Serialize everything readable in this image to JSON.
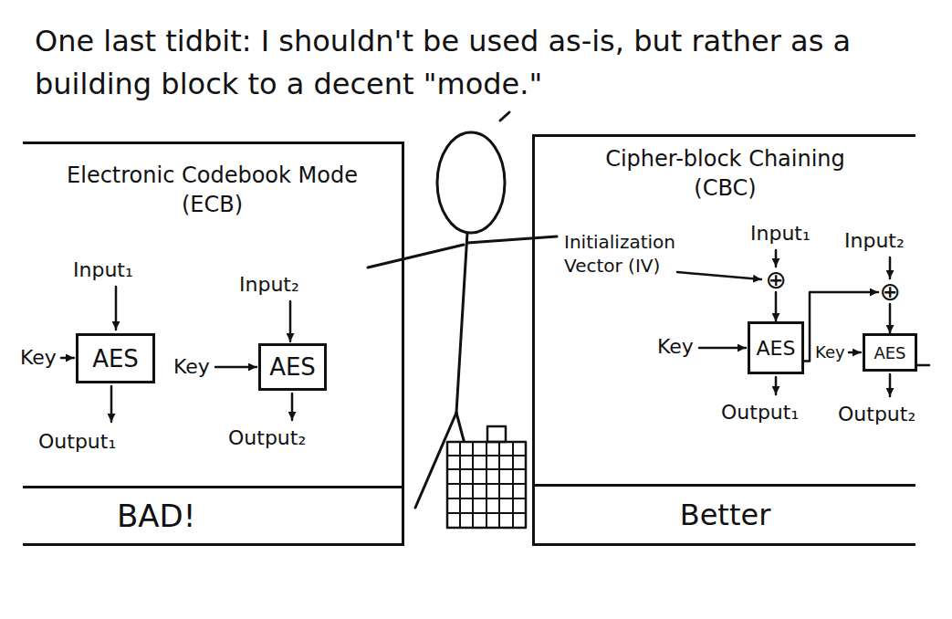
{
  "diagram": {
    "title": "One last tidbit: I shouldn't be used as-is, but rather as a building block to a decent \"mode.\"",
    "nodes": [
      {
        "text": [
          "Electronic Codebook Mode (ECB)"
        ]
      },
      {
        "text": [
          "AES"
        ],
        "in": 0
      },
      {
        "text": [
          "AES"
        ],
        "in": 0
      },
      {
        "text": [
          "BAD!"
        ],
        "in": 0
      },
      {
        "text": [
          "Cipher-block Chaining (CBC)"
        ]
      },
      {
        "text": [
          "⊕"
        ],
        "in": 4
      },
      {
        "text": [
          "⊕"
        ],
        "in": 4
      },
      {
        "text": [
          "AES"
        ],
        "in": 4
      },
      {
        "text": [
          "AES"
        ],
        "in": 4
      },
      {
        "text": [
          "Better"
        ],
        "in": 4
      }
    ],
    "edges": [
      {
        "from": 5,
        "to": 7,
        "arrow": "to"
      },
      {
        "from": 7,
        "to": 6,
        "arrow": "to"
      },
      {
        "from": 6,
        "to": 8,
        "arrow": "to"
      }
    ],
    "labels": [
      "Input₁",
      "Key",
      "Output₁",
      "Input₂",
      "Key",
      "Output₂",
      "Initialization Vector (IV)",
      "Input₁",
      "Input₂",
      "Key",
      "Key",
      "Output₁",
      "Output₂"
    ]
  }
}
